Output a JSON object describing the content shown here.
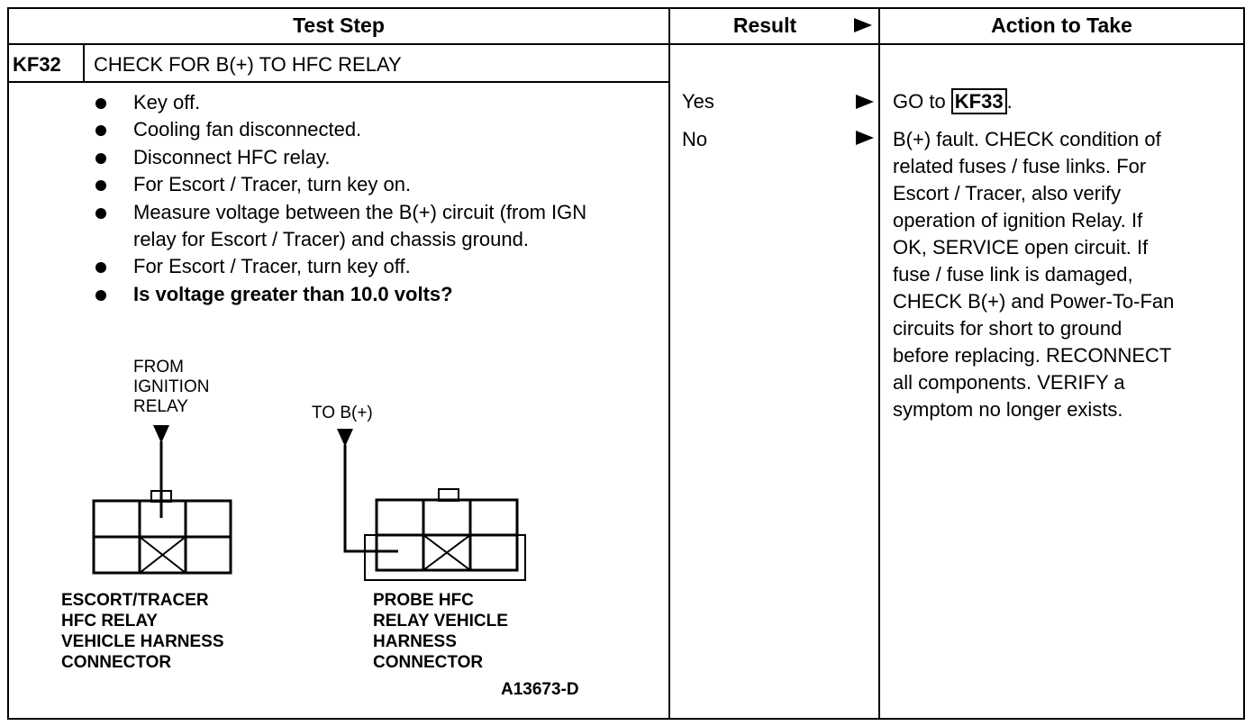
{
  "header": {
    "test_step": "Test Step",
    "result": "Result",
    "action": "Action to Take"
  },
  "step": {
    "code": "KF32",
    "title": "CHECK FOR B(+) TO HFC RELAY",
    "bullets": [
      "Key off.",
      "Cooling fan disconnected.",
      "Disconnect HFC relay.",
      "For Escort / Tracer, turn key on.",
      "Measure voltage between the B(+) circuit (from IGN relay for Escort / Tracer) and chassis ground.",
      "For Escort / Tracer, turn key off.",
      "Is voltage greater than 10.0 volts?"
    ]
  },
  "diagram": {
    "from_label": [
      "FROM",
      "IGNITION",
      "RELAY"
    ],
    "to_label": "TO B(+)",
    "left_caption": [
      "ESCORT/TRACER",
      "HFC RELAY",
      "VEHICLE HARNESS",
      "CONNECTOR"
    ],
    "right_caption": [
      "PROBE HFC",
      "RELAY VEHICLE",
      "HARNESS",
      "CONNECTOR"
    ],
    "figure_id": "A13673-D"
  },
  "results": [
    {
      "result": "Yes",
      "action_prefix": "GO to ",
      "action_ref": "KF33",
      "action_suffix": "."
    },
    {
      "result": "No",
      "action_lines": [
        "B(+) fault. CHECK condition of",
        "related fuses / fuse links. For",
        "Escort / Tracer, also verify",
        "operation of ignition Relay. If",
        "OK, SERVICE open circuit. If",
        "fuse / fuse link is damaged,",
        "CHECK B(+) and Power-To-Fan",
        "circuits for short to ground",
        "before replacing. RECONNECT",
        "all components. VERIFY a",
        "symptom no longer exists."
      ]
    }
  ]
}
